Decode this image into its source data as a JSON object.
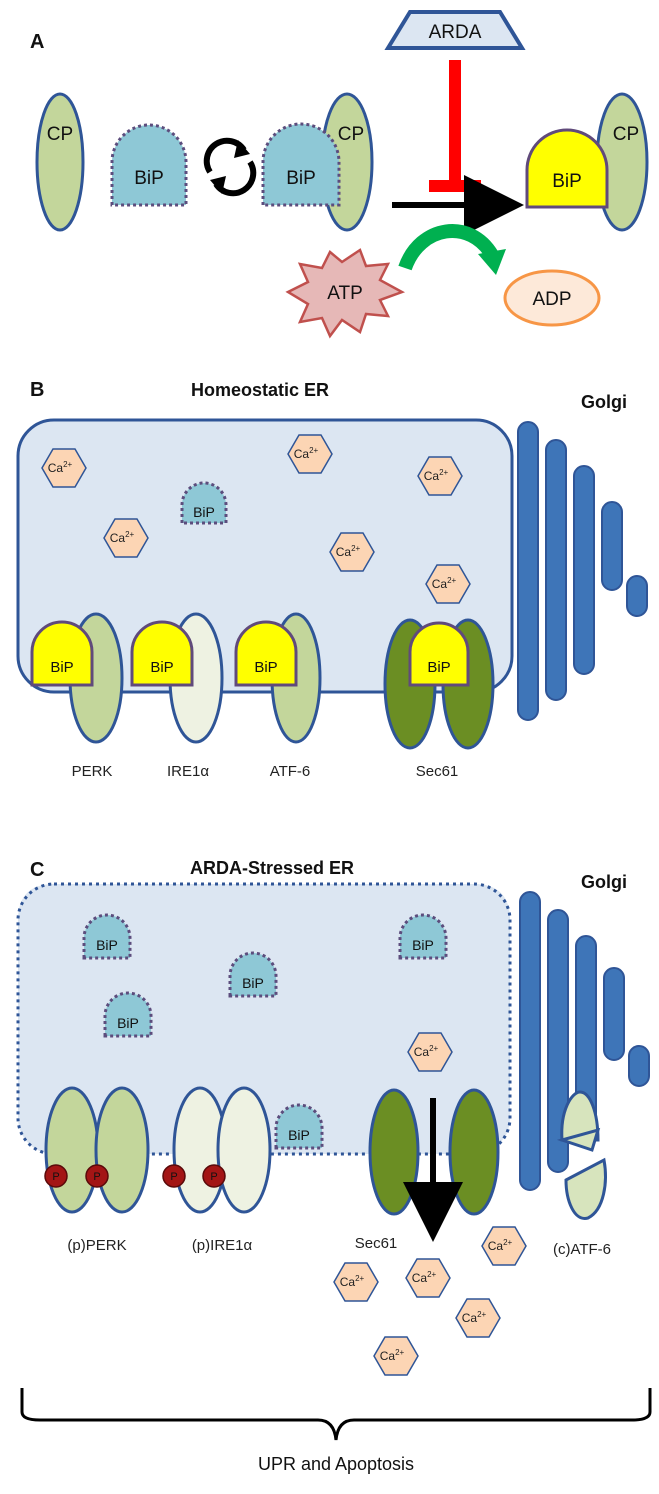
{
  "panel_a": {
    "letter": "A",
    "cp_left": "CP",
    "bip_1": "BiP",
    "bip_2": "BiP",
    "cp_mid": "CP",
    "inhibitor": "ARDA",
    "atp": "ATP",
    "adp": "ADP",
    "bip_bound": "BiP",
    "cp_right": "CP"
  },
  "panel_b": {
    "letter": "B",
    "title": "Homeostatic ER",
    "golgi": "Golgi",
    "ca_base": "Ca",
    "ca_sup": "2+",
    "free_bip": "BiP",
    "bound_bip": "BiP",
    "sensors": [
      "PERK",
      "IRE1α",
      "ATF-6",
      "Sec61"
    ]
  },
  "panel_c": {
    "letter": "C",
    "title": "ARDA-Stressed ER",
    "golgi": "Golgi",
    "free_bip": "BiP",
    "phospho": "P",
    "ca_base": "Ca",
    "ca_sup": "2+",
    "sensors": [
      "(p)PERK",
      "(p)IRE1α",
      "Sec61",
      "(c)ATF-6"
    ],
    "outcome": "UPR and Apoptosis"
  },
  "colors": {
    "bip_free": "#8ec8d6",
    "bip_bound": "#ffff00",
    "cp": "#c3d69b",
    "perk": "#c3d69b",
    "ire1": "#eef2e2",
    "sec61": "#6b8e23",
    "er": "#dce6f2",
    "outline": "#2f5597",
    "golgi": "#3e75b8",
    "calcium": "#fcd5b4",
    "inhibit": "#ff0000",
    "atp_arrow": "#00b050",
    "atp_star": "#e6b8b7",
    "adp_fill": "#fde9d9",
    "adp_stroke": "#f79646",
    "phospho": "#a31515"
  }
}
